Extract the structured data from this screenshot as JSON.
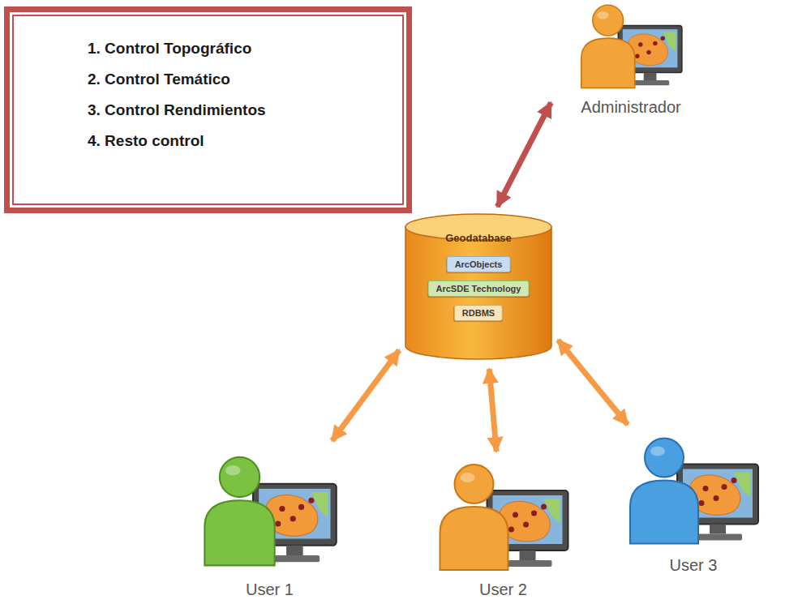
{
  "diagram": {
    "nodes": [
      {
        "text": [
          "1. Control Topográfico",
          "2. Control Temático",
          "3. Control Rendimientos",
          "4. Resto control"
        ]
      },
      {
        "text": [
          "Geodatabase"
        ]
      },
      {
        "text": [
          "ArcObjects"
        ],
        "in": 1
      },
      {
        "text": [
          "ArcSDE Technology"
        ],
        "in": 1
      },
      {
        "text": [
          "RDBMS"
        ],
        "in": 1
      },
      {
        "text": [
          "Administrador"
        ]
      },
      {
        "text": [
          "User 1"
        ]
      },
      {
        "text": [
          "User 2"
        ]
      },
      {
        "text": [
          "User 3"
        ]
      }
    ],
    "edges": [
      {
        "from": 1,
        "to": 5,
        "arrow": "both"
      },
      {
        "from": 1,
        "to": 6,
        "arrow": "both"
      },
      {
        "from": 1,
        "to": 7,
        "arrow": "both"
      },
      {
        "from": 1,
        "to": 8,
        "arrow": "both"
      }
    ]
  }
}
